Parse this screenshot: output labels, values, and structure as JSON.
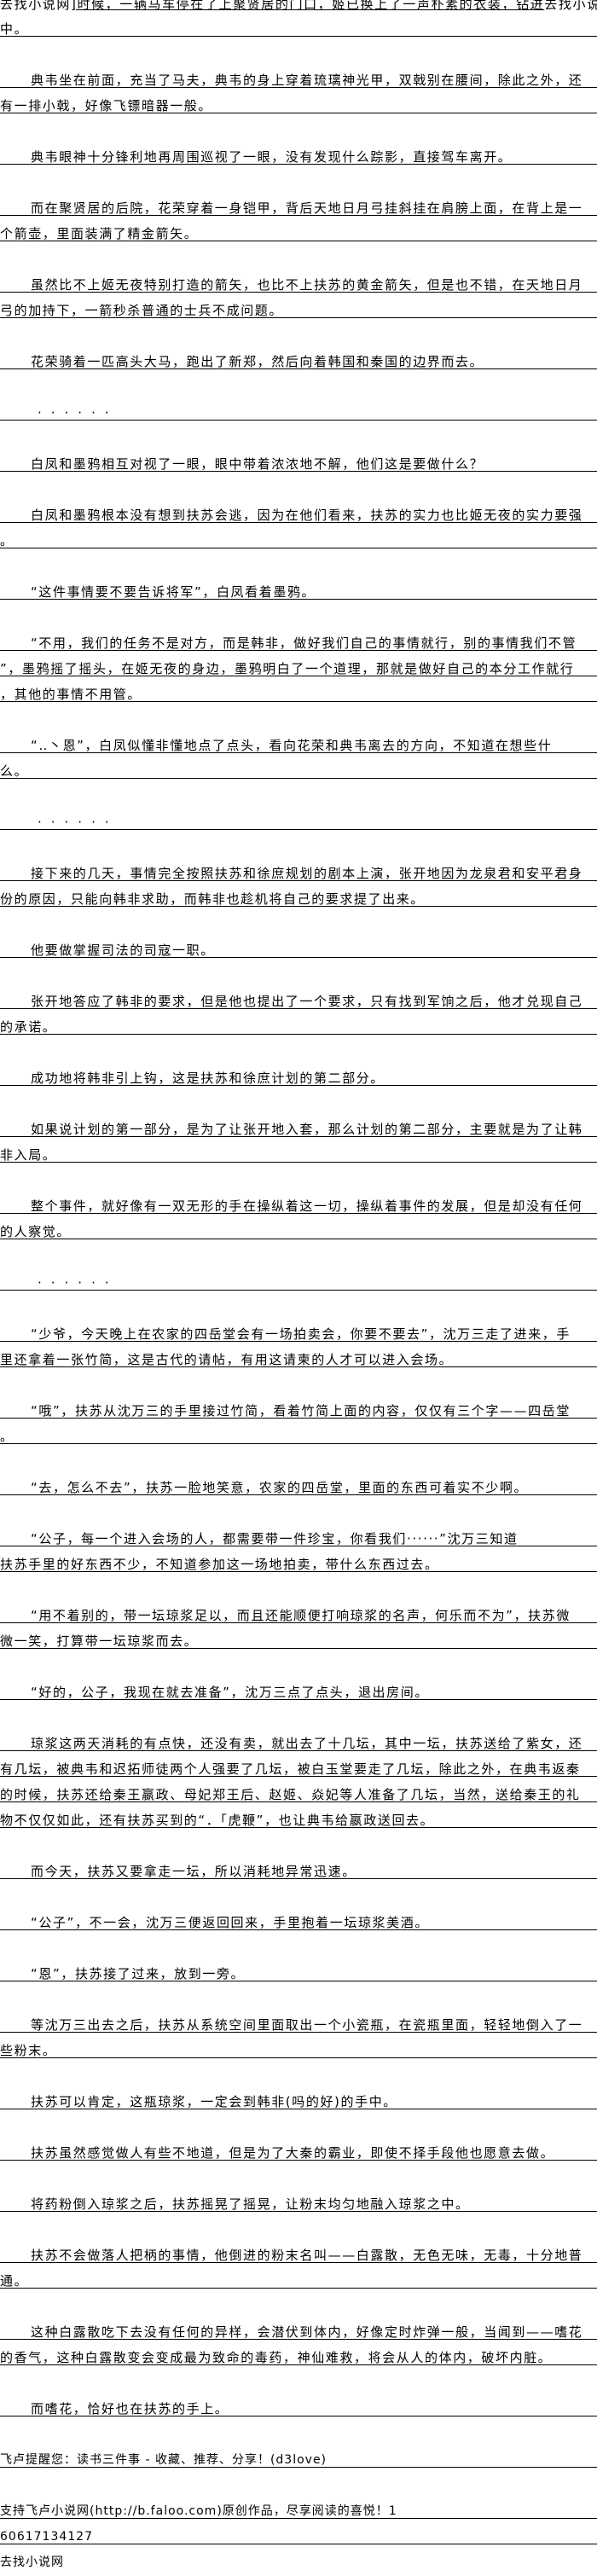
{
  "top_line": {
    "left_watermark": "去找小说网",
    "text": "]时候，一辆马车停在了上聚贤居的门口，姬已换上了一声朴素的衣装，钻进",
    "right_watermark": "去找小说网",
    "continuation": "中。"
  },
  "paragraphs": [
    {
      "lines": [
        "典韦坐在前面，充当了马夫，典韦的身上穿着琉璃神光甲，双戟别在腰间，除此之外，还",
        "有一排小戟，好像飞镖暗器一般。"
      ]
    },
    {
      "lines": [
        "典韦眼神十分锋利地再周围巡视了一眼，没有发现什么踪影，直接驾车离开。"
      ]
    },
    {
      "lines": [
        "而在聚贤居的后院，花荣穿着一身铠甲，背后天地日月弓挂斜挂在肩膀上面，在背上是一",
        "个箭壶，里面装满了精金箭矢。"
      ]
    },
    {
      "lines": [
        "虽然比不上姬无夜特别打造的箭矢，也比不上扶苏的黄金箭矢，但是也不错，在天地日月",
        "弓的加持下，一箭秒杀普通的士兵不成问题。"
      ]
    },
    {
      "lines": [
        "花荣骑着一匹高头大马，跑出了新郑，然后向着韩国和秦国的边界而去。"
      ]
    },
    {
      "lines": [
        "······"
      ],
      "ellipsis": true
    },
    {
      "lines": [
        "白凤和墨鸦相互对视了一眼，眼中带着浓浓地不解，他们这是要做什么？"
      ]
    },
    {
      "lines": [
        "白凤和墨鸦根本没有想到扶苏会逃，因为在他们看来，扶苏的实力也比姬无夜的实力要强",
        "。"
      ]
    },
    {
      "lines": [
        "“这件事情要不要告诉将军”，白凤看着墨鸦。"
      ]
    },
    {
      "lines": [
        "“不用，我们的任务不是对方，而是韩非，做好我们自己的事情就行，别的事情我们不管",
        "”，墨鸦摇了摇头，在姬无夜的身边，墨鸦明白了一个道理，那就是做好自己的本分工作就行",
        "，其他的事情不用管。"
      ]
    },
    {
      "lines": [
        "“‥丶恩”，白凤似懂非懂地点了点头，看向花荣和典韦离去的方向，不知道在想些什",
        "么。"
      ]
    },
    {
      "lines": [
        "······"
      ],
      "ellipsis": true
    },
    {
      "lines": [
        "接下来的几天，事情完全按照扶苏和徐庶规划的剧本上演，张开地因为龙泉君和安平君身",
        "份的原因，只能向韩非求助，而韩非也趁机将自己的要求提了出来。"
      ]
    },
    {
      "lines": [
        "他要做掌握司法的司寇一职。"
      ]
    },
    {
      "lines": [
        "张开地答应了韩非的要求，但是他也提出了一个要求，只有找到军饷之后，他才兑现自己",
        "的承诺。"
      ]
    },
    {
      "lines": [
        "成功地将韩非引上钩，这是扶苏和徐庶计划的第二部分。"
      ]
    },
    {
      "lines": [
        "如果说计划的第一部分，是为了让张开地入套，那么计划的第二部分，主要就是为了让韩",
        "非入局。"
      ]
    },
    {
      "lines": [
        "整个事件，就好像有一双无形的手在操纵着这一切，操纵着事件的发展，但是却没有任何",
        "的人察觉。"
      ]
    },
    {
      "lines": [
        "······"
      ],
      "ellipsis": true
    },
    {
      "lines": [
        "“少爷，今天晚上在农家的四岳堂会有一场拍卖会，你要不要去”，沈万三走了进来，手",
        "里还拿着一张竹简，这是古代的请帖，有用这请柬的人才可以进入会场。"
      ]
    },
    {
      "lines": [
        "“哦”，扶苏从沈万三的手里接过竹简，看着竹简上面的内容，仅仅有三个字——四岳堂",
        "。"
      ]
    },
    {
      "lines": [
        "“去，怎么不去”，扶苏一脸地笑意，农家的四岳堂，里面的东西可着实不少啊。"
      ]
    },
    {
      "lines": [
        "“公子，每一个进入会场的人，都需要带一件珍宝，你看我们······”沈万三知道",
        "扶苏手里的好东西不少，不知道参加这一场地拍卖，带什么东西过去。"
      ]
    },
    {
      "lines": [
        "“用不着别的，带一坛琼浆足以，而且还能顺便打响琼浆的名声，何乐而不为”，扶苏微",
        "微一笑，打算带一坛琼浆而去。"
      ]
    },
    {
      "lines": [
        "“好的，公子，我现在就去准备”，沈万三点了点头，退出房间。"
      ]
    },
    {
      "lines": [
        "琼浆这两天消耗的有点快，还没有卖，就出去了十几坛，其中一坛，扶苏送给了紫女，还",
        "有几坛，被典韦和迟拓师徒两个人强要了几坛，被白玉堂要走了几坛，除此之外，在典韦返秦",
        "的时候，扶苏还给秦王嬴政、母妃郑王后、赵姬、焱妃等人准备了几坛，当然，送给秦王的礼",
        "物不仅仅如此，还有扶苏买到的“．「虎鞭”，也让典韦给嬴政送回去。"
      ]
    },
    {
      "lines": [
        "而今天，扶苏又要拿走一坛，所以消耗地异常迅速。"
      ]
    },
    {
      "lines": [
        "“公子”，不一会，沈万三便返回回来，手里抱着一坛琼浆美酒。"
      ]
    },
    {
      "lines": [
        "“恩”，扶苏接了过来，放到一旁。"
      ]
    },
    {
      "lines": [
        "等沈万三出去之后，扶苏从系统空间里面取出一个小瓷瓶，在瓷瓶里面，轻轻地倒入了一",
        "些粉末。"
      ]
    },
    {
      "lines": [
        "扶苏可以肯定，这瓶琼浆，一定会到韩非(吗的好)的手中。"
      ]
    },
    {
      "lines": [
        "扶苏虽然感觉做人有些不地道，但是为了大秦的霸业，即使不择手段他也愿意去做。"
      ]
    },
    {
      "lines": [
        "将药粉倒入琼浆之后，扶苏摇晃了摇晃，让粉末均匀地融入琼浆之中。"
      ]
    },
    {
      "lines": [
        "扶苏不会做落人把柄的事情，他倒进的粉末名叫——白露散，无色无味，无毒，十分地普",
        "通。"
      ]
    },
    {
      "lines": [
        "这种白露散吃下去没有任何的异样，会潜伏到体内，好像定时炸弹一般，当闻到——嗜花",
        "的香气，这种白露散变会变成最为致命的毒药，神仙难救，将会从人的体内，破坏内脏。"
      ]
    },
    {
      "lines": [
        "而嗜花，恰好也在扶苏的手上。"
      ]
    }
  ],
  "footer": {
    "reminder": "飞卢提醒您：读书三件事 - 收藏、推荐、分享！(d3love)",
    "support_line1": "支持飞卢小说网(http://b.faloo.com)原创作品，尽享阅读的喜悦！1",
    "support_line2": "60617134127",
    "watermark": "去找小说网"
  }
}
